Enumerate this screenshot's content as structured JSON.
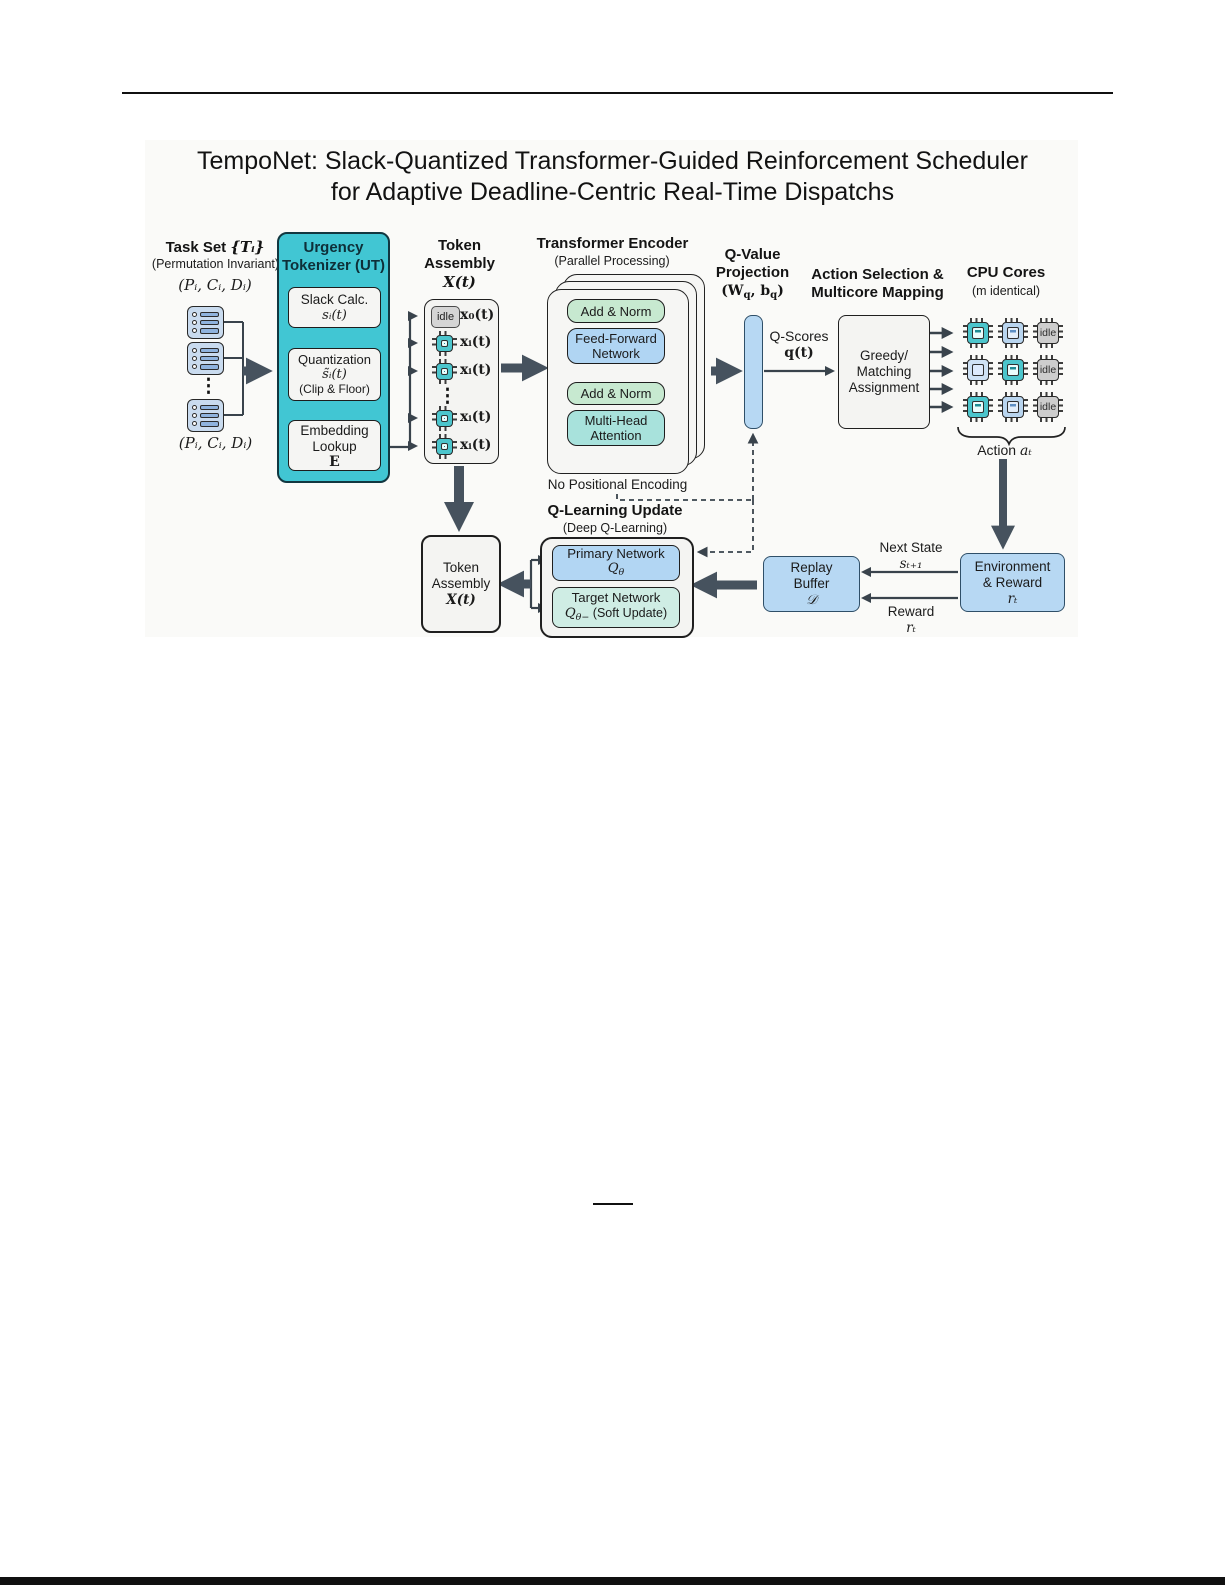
{
  "page": {
    "title_line1": "TempoNet: Slack-Quantized Transformer-Guided Reinforcement Scheduler",
    "title_line2": "for Adaptive Deadline-Centric Real-Time Dispatchs"
  },
  "task_set": {
    "title": "Task Set",
    "title_math": "{Tᵢ}",
    "subtitle": "(Permutation Invariant)",
    "tuple_top": "(Pᵢ, Cᵢ, Dᵢ)",
    "tuple_bottom": "(Pᵢ, Cᵢ, Dᵢ)"
  },
  "tokenizer": {
    "title_l1": "Urgency",
    "title_l2": "Tokenizer (UT)",
    "slack_l1": "Slack Calc.",
    "slack_l2": "sᵢ(t)",
    "quant_l1": "Quantization",
    "quant_l2": "s̃ᵢ(t)",
    "quant_l3": "(Clip & Floor)",
    "embed_l1": "Embedding",
    "embed_l2": "Lookup",
    "embed_l3": "E"
  },
  "token_assembly_top": {
    "title_l1": "Token",
    "title_l2": "Assembly",
    "title_math": "X(t)",
    "idle_label": "idle",
    "dots": "⋮",
    "rows": [
      {
        "label": "x₀(t)"
      },
      {
        "label": "xᵢ(t)"
      },
      {
        "label": "xᵢ(t)"
      },
      {
        "label": "xᵢ(t)"
      },
      {
        "label": "xᵢ(t)"
      }
    ]
  },
  "encoder": {
    "title": "Transformer Encoder",
    "subtitle": "(Parallel Processing)",
    "add_norm_top": "Add & Norm",
    "ffn_l1": "Feed-Forward",
    "ffn_l2": "Network",
    "add_norm_bottom": "Add & Norm",
    "mha_l1": "Multi-Head",
    "mha_l2": "Attention",
    "note": "No Positional Encoding"
  },
  "q_projection": {
    "title_l1": "Q-Value",
    "title_l2": "Projection",
    "w": "(W",
    "w_sub": "q",
    "b": ", b",
    "b_sub": "q",
    "close": ")",
    "scores_l1": "Q-Scores",
    "scores_l2": "q(t)"
  },
  "action_selection": {
    "title_l1": "Action Selection &",
    "title_l2": "Multicore Mapping",
    "box_l1": "Greedy/",
    "box_l2": "Matching",
    "box_l3": "Assignment"
  },
  "cpu_cores": {
    "title": "CPU Cores",
    "subtitle": "(m identical)",
    "idle_label": "idle",
    "grid": [
      "teal",
      "blue",
      "idle",
      "plain",
      "teal",
      "idle",
      "teal",
      "blue",
      "idle"
    ],
    "action_text": "Action ",
    "action_math": "aₜ"
  },
  "q_learning": {
    "title": "Q-Learning Update",
    "subtitle": "(Deep Q-Learning)",
    "primary_l1": "Primary Network",
    "primary_q": "Q",
    "primary_sub": "θ",
    "target_l1": "Target Network",
    "target_q": "Q",
    "target_sub": "θ−",
    "target_rest": " (Soft Update)"
  },
  "token_assembly_bottom": {
    "l1": "Token",
    "l2": "Assembly",
    "math": "X(t)"
  },
  "replay_buffer": {
    "l1": "Replay",
    "l2": "Buffer",
    "l3": "𝒟"
  },
  "environment": {
    "l1": "Environment",
    "l2": "& Reward",
    "l3": "rₜ"
  },
  "labels": {
    "next_state_l1": "Next State",
    "next_state_l2": "sₜ₊₁",
    "reward_l1": "Reward",
    "reward_l2": "rₜ"
  },
  "colors": {
    "accent_teal": "#41C6D3",
    "encoder_green": "#C7E9D0",
    "encoder_blue": "#B0D5F3",
    "encoder_teal": "#A8E2DC",
    "primary_blue": "#B2D6F3",
    "target_mint": "#CFEDE4",
    "buffer_blue": "#BCDCF5",
    "arrow_dark": "#46525E"
  }
}
